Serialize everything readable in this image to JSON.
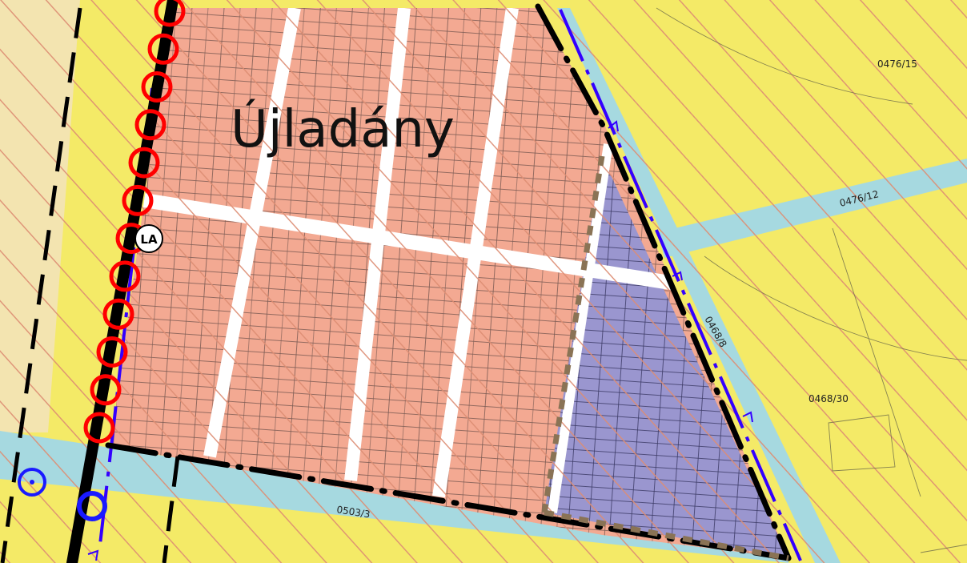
{
  "map": {
    "settlement_name": "Újladány",
    "parcel_labels": [
      "0476/15",
      "0476/12",
      "0468/8",
      "0468/30",
      "0503/3"
    ],
    "badge_text": "LA",
    "colors": {
      "agricultural_yellow": "#f4ea67",
      "residential_salmon": "#f3a992",
      "mixed_purple": "#9a96cf",
      "road_blue": "#a6d9e0",
      "hatch": "#dd8d73",
      "boundary": "#000000",
      "protection_circle_red": "#ff0000",
      "point_blue": "#1a1aff",
      "line_blue": "#3300ff",
      "dotted_brown": "#8a7355"
    }
  }
}
